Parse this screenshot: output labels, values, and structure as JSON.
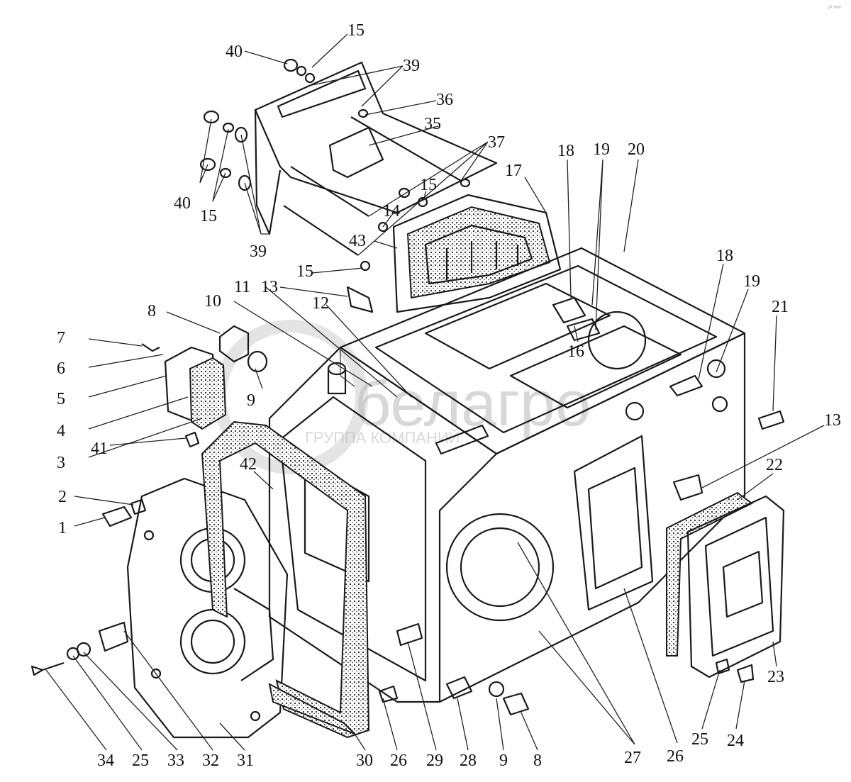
{
  "diagram": {
    "corner_mark": "²° ⁰⁰⁰",
    "watermark": {
      "brand": "белагро",
      "subtitle": "ГРУППА КОМПАНИЙ"
    },
    "callouts": [
      "15",
      "40",
      "39",
      "36",
      "35",
      "37",
      "40",
      "15",
      "39",
      "17",
      "18",
      "19",
      "20",
      "15",
      "14",
      "43",
      "15",
      "13",
      "10",
      "11",
      "12",
      "8",
      "7",
      "6",
      "5",
      "9",
      "4",
      "3",
      "41",
      "16",
      "18",
      "19",
      "21",
      "13",
      "22",
      "2",
      "1",
      "42",
      "34",
      "25",
      "33",
      "32",
      "31",
      "30",
      "26",
      "29",
      "28",
      "9",
      "8",
      "27",
      "26",
      "25",
      "24",
      "23"
    ]
  }
}
